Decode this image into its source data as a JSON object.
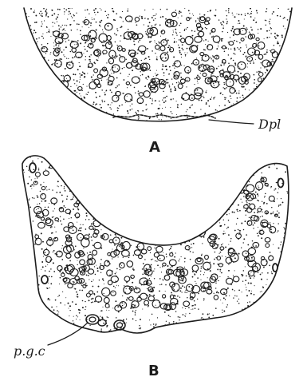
{
  "figure": {
    "panel_a": {
      "letter": "A",
      "pointer_label": "Dpl"
    },
    "panel_b": {
      "letter": "B",
      "pointer_label": "p.g.c"
    }
  },
  "colors": {
    "ink": "#1c1c1c",
    "paper": "#ffffff"
  }
}
